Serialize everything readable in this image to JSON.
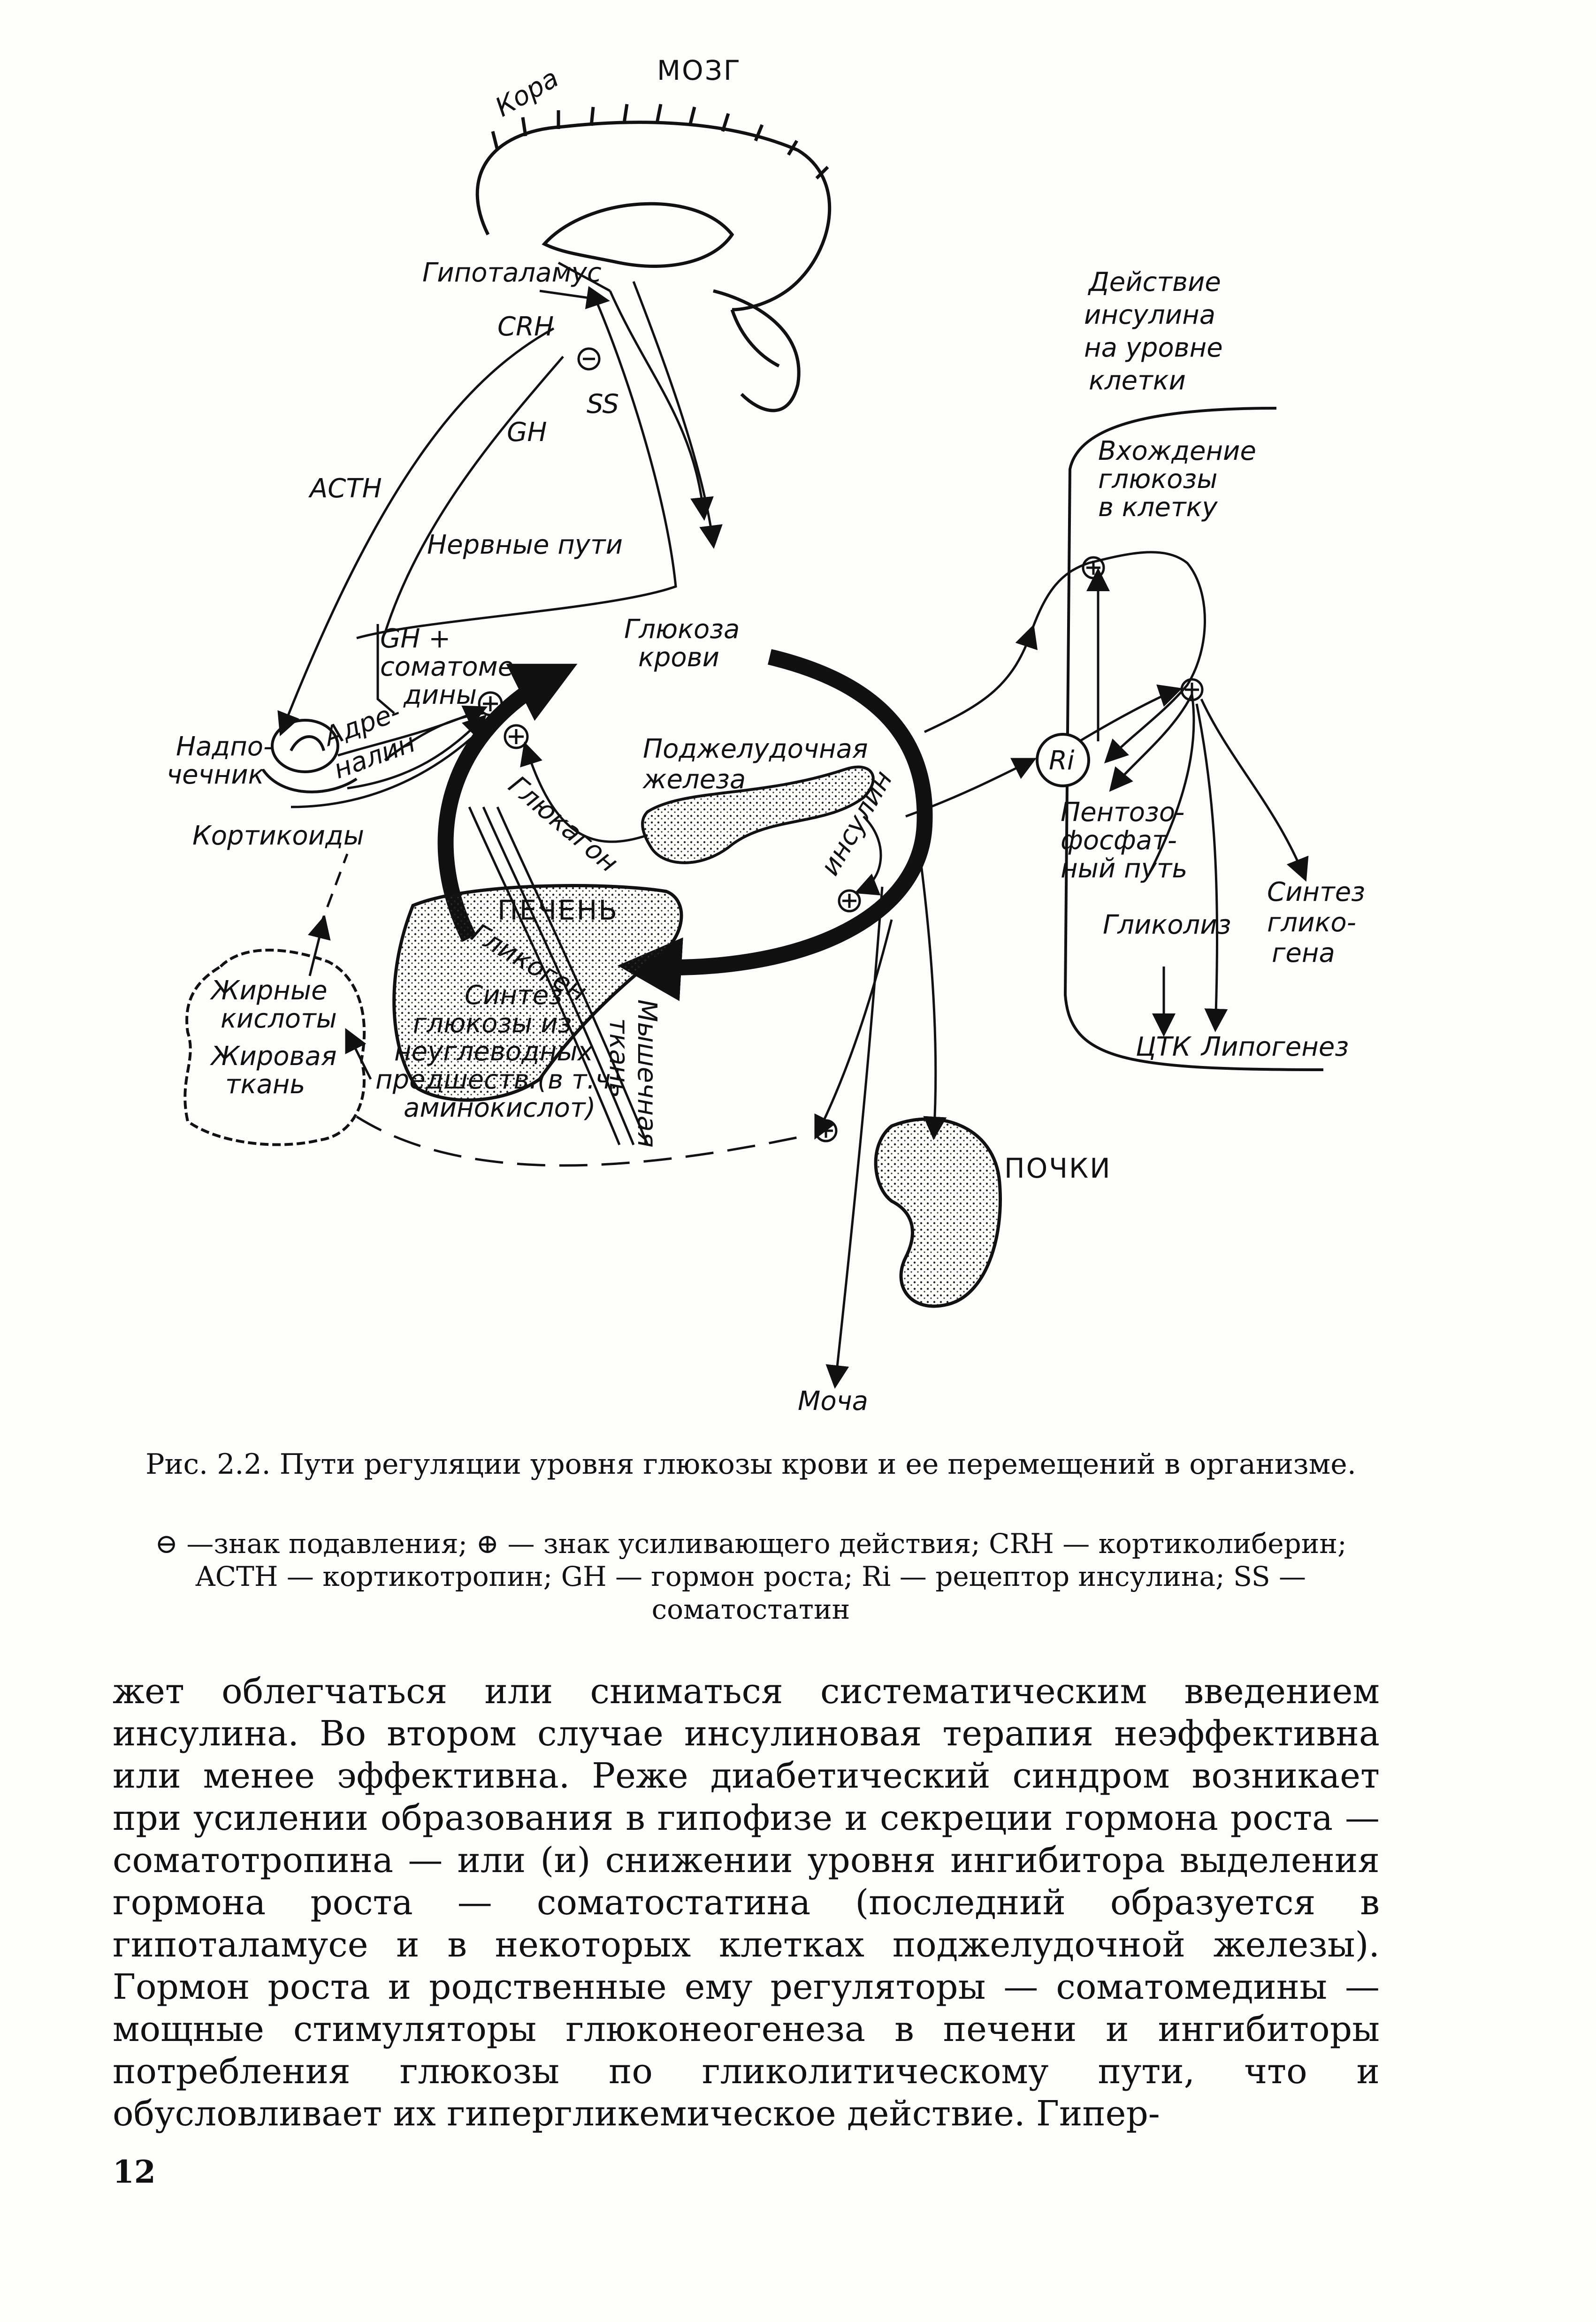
{
  "figure": {
    "labels": {
      "brain": "МОЗГ",
      "cortex": "Кора",
      "hypothalamus": "Гипоталамус",
      "crh": "CRH",
      "ss": "SS",
      "gh": "GH",
      "acth": "ACTH",
      "neural_paths": "Нервные пути",
      "gh_somatomedins_1": "GH +",
      "gh_somatomedins_2": "соматоме-",
      "gh_somatomedins_3": "дины",
      "adrenaline_1": "Адре-",
      "adrenaline_2": "налин",
      "adrenal_1": "Надпо-",
      "adrenal_2": "чечник",
      "corticoids": "Кортикоиды",
      "fatty_acids_1": "Жирные",
      "fatty_acids_2": "кислоты",
      "adipose_1": "Жировая",
      "adipose_2": "ткань",
      "blood_glucose_1": "Глюкоза",
      "blood_glucose_2": "крови",
      "pancreas_1": "Поджелудочная",
      "pancreas_2": "железа",
      "glucagon": "Глюкагон",
      "insulin": "инсулин",
      "liver": "ПЕЧЕНЬ",
      "glycogen": "Гликоген",
      "synthesis_1": "Синтез",
      "synthesis_2": "глюкозы из",
      "synthesis_3": "неуглеводных",
      "synthesis_4": "предшеств.(в т.ч.",
      "synthesis_5": "аминокислот)",
      "muscle_1": "Мышечная",
      "muscle_2": "ткань",
      "kidneys": "ПОЧКИ",
      "urine": "Моча",
      "insulin_action_1": "Действие",
      "insulin_action_2": "инсулина",
      "insulin_action_3": "на уровне",
      "insulin_action_4": "клетки",
      "glucose_entry_1": "Вхождение",
      "glucose_entry_2": "глюкозы",
      "glucose_entry_3": "в клетку",
      "receptor": "Ri",
      "pentose_1": "Пентозо-",
      "pentose_2": "фосфат-",
      "pentose_3": "ный путь",
      "glycolysis": "Гликолиз",
      "glycogen_synth_1": "Синтез",
      "glycogen_synth_2": "глико-",
      "glycogen_synth_3": "гена",
      "tca": "ЦТК",
      "lipogenesis": "Липогенез",
      "minus_sign": "−",
      "plus_sign": "+"
    }
  },
  "caption": {
    "main": "Рис. 2.2. Пути регуляции уровня глюкозы крови и ее перемещений в организме.",
    "legend": "⊖ —знак подавления; ⊕ — знак усиливающего действия; CRH — кортиколиберин; ACTH — кортикотропин; GH — гормон роста; Ri — рецептор инсулина; SS — соматостатин"
  },
  "body_text": "жет облегчаться или сниматься систематическим введением инсулина. Во втором случае инсулиновая терапия неэффективна или менее эффективна. Реже диабетический синдром возникает при усилении образования в гипофизе и секреции гормона роста — соматотропина — или (и) снижении уровня ингибитора выделения гормона роста — соматостатина (последний образуется в гипоталамусе и в некоторых клетках поджелудочной железы). Гормон роста и родственные ему регуляторы — соматомедины — мощные стимуляторы глюконеогенеза в печени и ингибиторы потребления глюкозы по гликолитическому пути, что и обусловливает их гипергликемическое действие. Гипер-",
  "page_number": "12"
}
